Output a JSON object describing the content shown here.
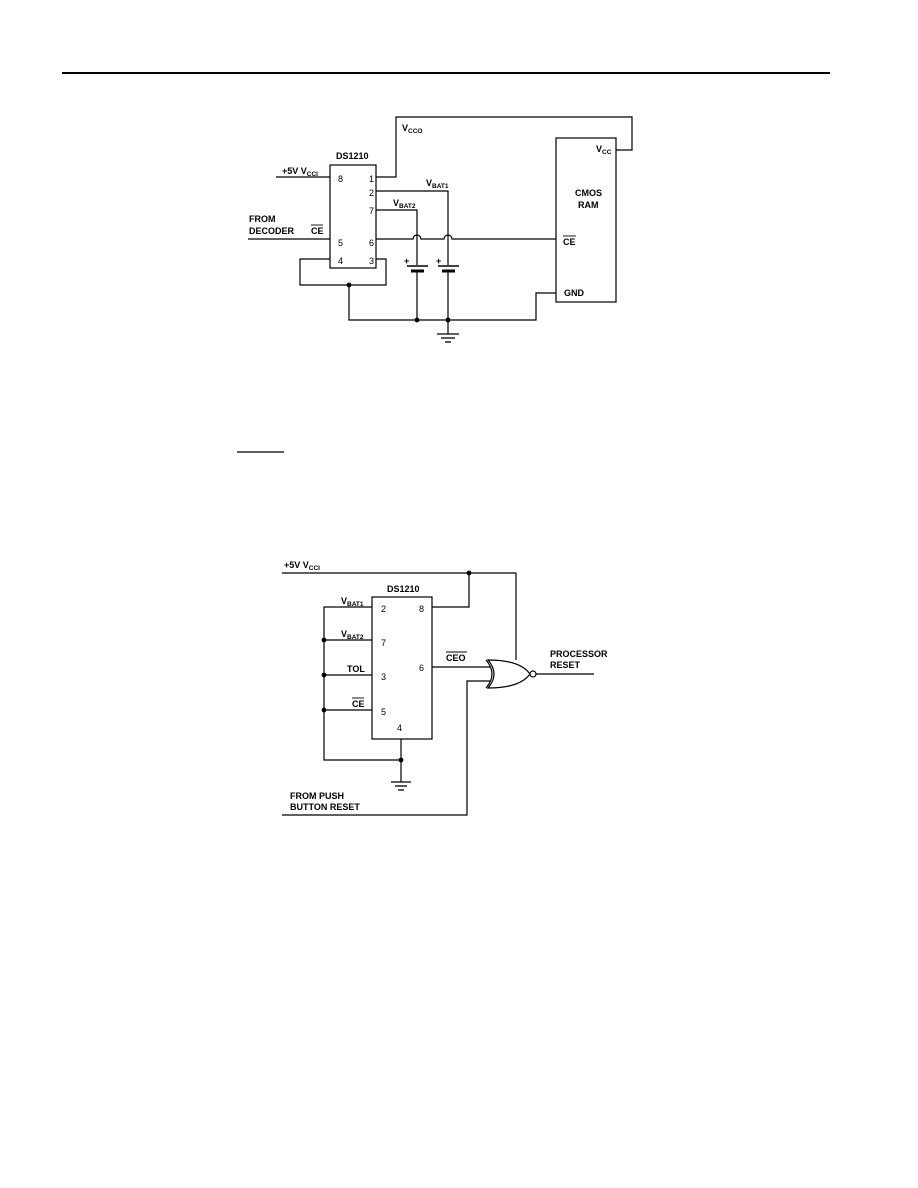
{
  "figure1": {
    "chip_name": "DS1210",
    "ram_line1": "CMOS",
    "ram_line2": "RAM",
    "vcco": {
      "main": "V",
      "sub": "CCO"
    },
    "vcc": {
      "main": "V",
      "sub": "CC"
    },
    "supply": {
      "main": "+5V V",
      "sub": "CCI"
    },
    "vbat1": {
      "main": "V",
      "sub": "BAT1"
    },
    "vbat2": {
      "main": "V",
      "sub": "BAT2"
    },
    "from": "FROM",
    "decoder": "DECODER",
    "ce": "CE",
    "ram_ce": "CE",
    "gnd": "GND",
    "plus": "+",
    "pins": {
      "p8": "8",
      "p1": "1",
      "p2": "2",
      "p7": "7",
      "p5": "5",
      "p6": "6",
      "p4": "4",
      "p3": "3"
    }
  },
  "figure2": {
    "chip_name": "DS1210",
    "supply": {
      "main": "+5V V",
      "sub": "CCI"
    },
    "vbat1": {
      "main": "V",
      "sub": "BAT1"
    },
    "vbat2": {
      "main": "V",
      "sub": "BAT2"
    },
    "tol": "TOL",
    "ce": "CE",
    "ceo": "CEO",
    "processor": "PROCESSOR",
    "reset": "RESET",
    "push1": "FROM PUSH",
    "push2": "BUTTON RESET",
    "pins": {
      "p2": "2",
      "p8": "8",
      "p7": "7",
      "p6": "6",
      "p3": "3",
      "p5": "5",
      "p4": "4"
    }
  }
}
